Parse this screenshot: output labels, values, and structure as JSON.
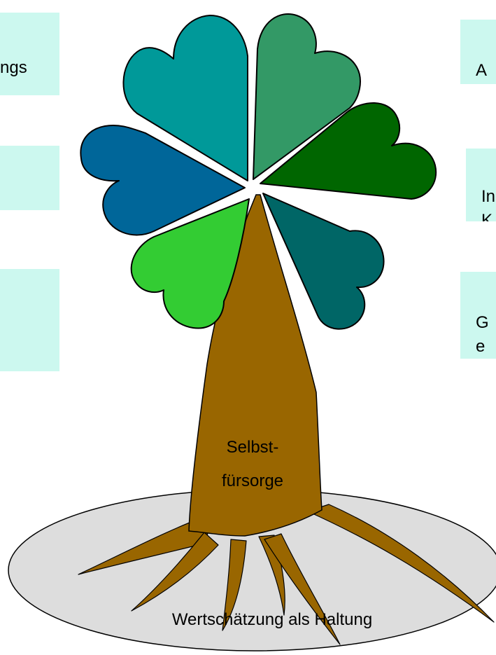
{
  "left_boxes": [
    {
      "text": "ngs"
    },
    {
      "text": ""
    },
    {
      "text": ""
    }
  ],
  "right_boxes": [
    {
      "text": "A\nW"
    },
    {
      "text": "In\nK"
    },
    {
      "text": "G\ne"
    }
  ],
  "trunk_label": {
    "line1": "Selbst-",
    "line2": "fürsorge"
  },
  "ground_label": "Wertschätzung als Haltung",
  "colors": {
    "box_fill": "#ccf8ef",
    "trunk": "#996600",
    "ground": "#dddddd",
    "leaf_teal": "#009999",
    "leaf_seagreen": "#339966",
    "leaf_darkgreen": "#006600",
    "leaf_blue": "#006699",
    "leaf_lightgreen": "#33cc33",
    "leaf_darkteal": "#006666"
  }
}
